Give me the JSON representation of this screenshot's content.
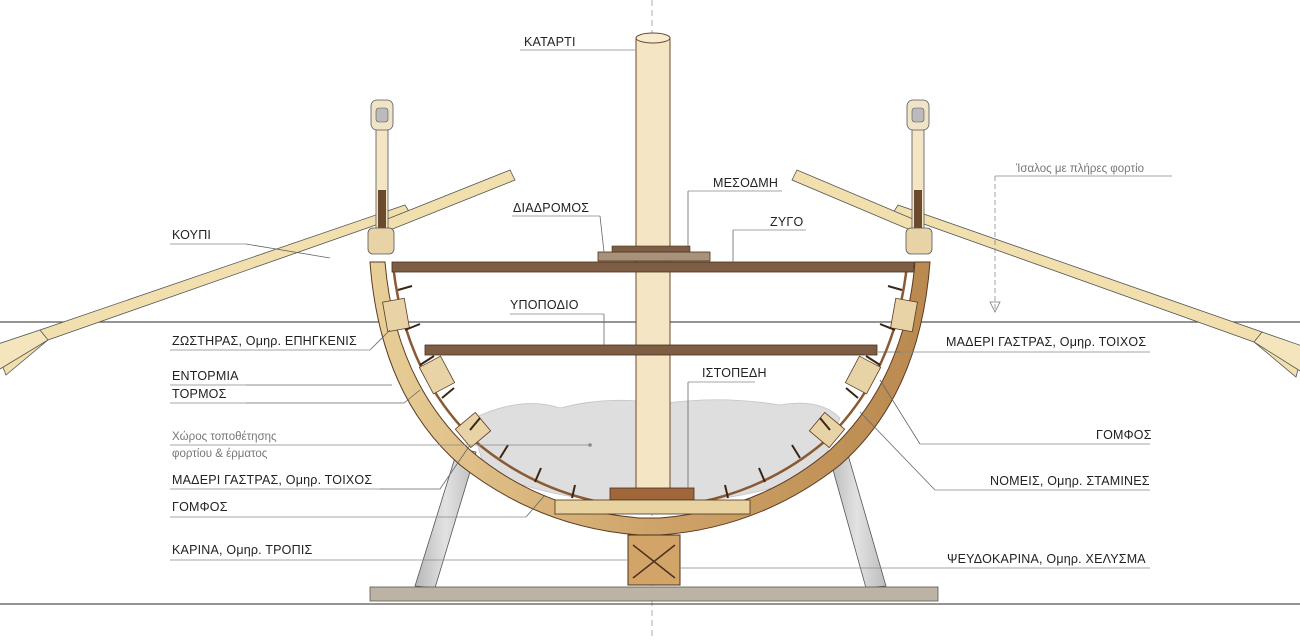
{
  "labels": {
    "mast": "ΚΑΤΑΡΤΙ",
    "waterline": "Ίσαλος με πλήρες φορτίο",
    "oar": "ΚΟΥΠΙ",
    "gangway": "ΔΙΑΔΡΟΜΟΣ",
    "mast_partner": "ΜΕΣΟΔΜΗ",
    "thwart": "ΖΥΓΟ",
    "footrest": "ΥΠΟΠΟΔΙΟ",
    "wale": "ΖΩΣΤΗΡΑΣ, Ομηρ. ΕΠΗΓΚΕΝΙΣ",
    "hull_plank_right": "ΜΑΔΕΡΙ ΓΑΣΤΡΑΣ, Ομηρ. ΤΟΙΧΟΣ",
    "mortise": "ΕΝΤΟΡΜΙΑ",
    "tenon": "ΤΟΡΜΟΣ",
    "mast_step": "ΙΣΤΟΠΕΔΗ",
    "cargo_space_1": "Χώρος τοποθέτησης",
    "cargo_space_2": "φορτίου & έρματος",
    "dowel_right": "ΓΟΜΦΟΣ",
    "hull_plank_left": "ΜΑΔΕΡΙ ΓΑΣΤΡΑΣ, Ομηρ. ΤΟΙΧΟΣ",
    "frames": "ΝΟΜΕΙΣ, Ομηρ. ΣΤΑΜΙΝΕΣ",
    "dowel_left": "ΓΟΜΦΟΣ",
    "keel": "ΚΑΡΙΝΑ, Ομηρ. ΤΡΟΠΙΣ",
    "false_keel": "ΨΕΥΔΟΚΑΡΙΝΑ, Ομηρ. ΧΕΛΥΣΜΑ"
  },
  "colors": {
    "wood_light": "#ecd9a8",
    "wood_mid": "#c99a5e",
    "wood_dark": "#8a5a34",
    "beam": "#7a5a40",
    "cargo": "#d9d9d9",
    "stand": "#c9c9c9",
    "line": "#444444"
  }
}
